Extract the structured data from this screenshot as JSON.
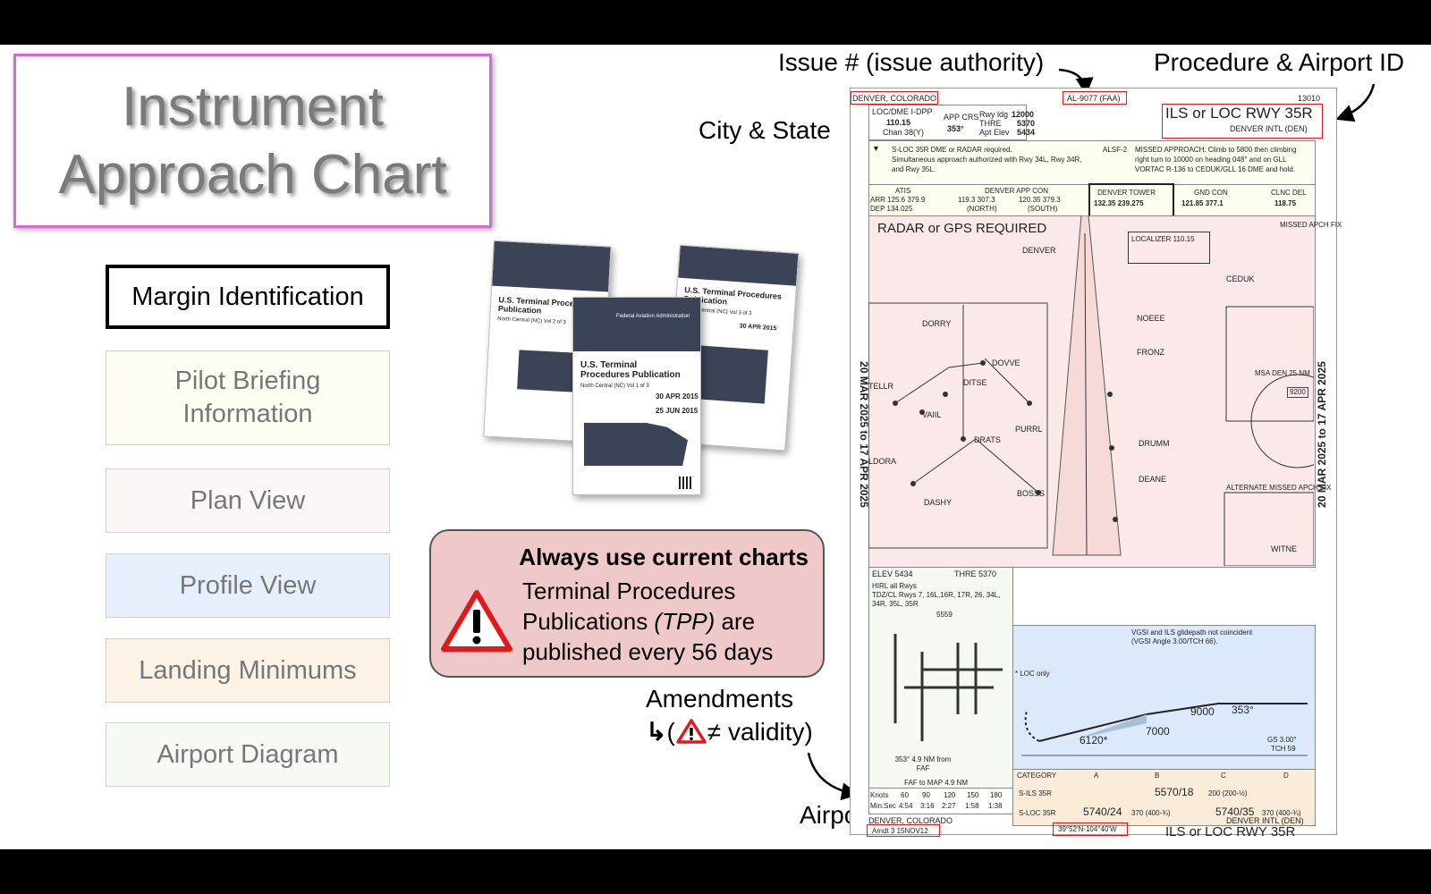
{
  "title": {
    "line1": "Instrument",
    "line2": "Approach Chart"
  },
  "menu": [
    {
      "label": "Margin Identification",
      "active": true
    },
    {
      "label": "Pilot Briefing\nInformation"
    },
    {
      "label": "Plan View"
    },
    {
      "label": "Profile View"
    },
    {
      "label": "Landing Minimums"
    },
    {
      "label": "Airport Diagram"
    }
  ],
  "menu_colors": [
    "#ffffff",
    "#fffdf3",
    "#fdf6f6",
    "#e6f0fd",
    "#fdf2e6",
    "#f5faf3"
  ],
  "warning": {
    "heading": "Always use current charts",
    "line1": "Terminal Procedures",
    "line2a": "Publications ",
    "line2b": "(TPP)",
    "line2c": " are",
    "line3": "published every 56 days"
  },
  "tpp": {
    "title": "U.S. Terminal Procedures Publication",
    "subtitle1": "North Central (NC) Vol 2 of 3",
    "subtitle2": "North Central (NC) Vol 1 of 3",
    "subtitle3": "North Central (NC) Vol 3 of 3",
    "effective": "30 APR 2015",
    "to": "25 JUN 2015",
    "agency": "Federal Aviation Administration"
  },
  "annotations": {
    "issue": "Issue # (issue authority)",
    "procedure": "Procedure & Airport ID",
    "city_state": "City & State",
    "amendments": "Amendments",
    "validity": "≠ validity)",
    "coords": "Airport coordinates"
  },
  "chart": {
    "city_top": "DENVER, COLORADO",
    "issue": "AL-9077 (FAA)",
    "number": "13010",
    "procedure": "ILS or LOC RWY 35R",
    "airport": "DENVER INTL (DEN)",
    "loc": "LOC/DME I-DPP",
    "freq": "110.15",
    "chan": "Chan 38(Y)",
    "app_crs_label": "APP CRS",
    "app_crs": "353°",
    "rwy_ldg": "Rwy ldg",
    "rwy_ldg_v": "12000",
    "thre": "THRE",
    "thre_v": "5370",
    "apt_elev": "Apt Elev",
    "apt_elev_v": "5434",
    "note1": "S-LOC 35R DME or RADAR required.",
    "note2": "Simultaneous approach authorized with Rwy 34L, Rwy 34R,",
    "note3": "and Rwy 35L.",
    "alsf": "ALSF-2",
    "missed1": "MISSED APPROACH: Climb to 5800 then climbing",
    "missed2": "right turn to 10000 on heading 048° and on GLL",
    "missed3": "VORTAC R-136 to CEDUK/GLL 16 DME and hold.",
    "atis": "ATIS",
    "arr": "ARR 125.6 379.9",
    "dep": "DEP 134.025",
    "app_con": "DENVER APP CON",
    "app_n": "119.3 307.3",
    "app_s": "120.35 379.3",
    "north": "(NORTH)",
    "south": "(SOUTH)",
    "tower": "DENVER TOWER",
    "tower_f": "132.35 239.275",
    "gnd": "GND CON",
    "gnd_f": "121.85 377.1",
    "clnc": "CLNC DEL",
    "clnc_f": "118.75",
    "radar_req": "RADAR or GPS REQUIRED",
    "side_date": "20 MAR 2025 to 17 APR 2025",
    "fixes": [
      "DORRY",
      "DOVVE",
      "DITSE",
      "VAIIL",
      "DRATS",
      "TELLR",
      "LDORA",
      "DASHY",
      "PURRL",
      "BOSSS",
      "NOEEE",
      "FRONZ",
      "DRUMM",
      "DEANE",
      "CEDUK",
      "WITNE",
      "DENVER"
    ],
    "localizer": "LOCALIZER 110.15",
    "msa": "MSA DEN 25 NM",
    "msa_alt": "9200",
    "alt_missed": "ALTERNATE MISSED APCH FIX",
    "missed_fix": "MISSED APCH FIX",
    "elev": "ELEV 5434",
    "thre_bot": "THRE 5370",
    "hirl": "HIRL all Rwys",
    "tdz": "TDZ/CL Rwys 7, 16L,16R, 17R, 26, 34L,",
    "tdz2": "34R, 35L, 35R",
    "elev5559": "5559",
    "faf": "353° 4.9 NM from FAF",
    "faf_map": "FAF to MAP 4.9 NM",
    "knots_label": "Knots",
    "knots": [
      "60",
      "90",
      "120",
      "150",
      "180"
    ],
    "minsec_label": "Min:Sec",
    "minsec": [
      "4:54",
      "3:16",
      "2:27",
      "1:58",
      "1:38"
    ],
    "profile_note1": "VGSI and ILS glidepath not coincident",
    "profile_note2": "(VGSI Angle 3.00/TCH 66).",
    "loc_only": "* LOC only",
    "gs": "GS 3.00°",
    "tch": "TCH 59",
    "alts": [
      "9000",
      "7000",
      "6120*",
      "353°"
    ],
    "category": "CATEGORY",
    "cats": [
      "A",
      "B",
      "C",
      "D"
    ],
    "sils": "S-ILS 35R",
    "sils_v": "5570/18",
    "sils_v2": "200 (200-½)",
    "sloc": "S-LOC 35R",
    "sloc_ab": "5740/24",
    "sloc_ab2": "370 (400-¾)",
    "sloc_cd": "5740/35",
    "sloc_cd2": "370 (400-¾)",
    "city_bot": "DENVER, COLORADO",
    "amdt": "Amdt 3 15NOV12",
    "coords": "39°52'N-104°40'W",
    "airport_bot": "DENVER INTL (DEN)",
    "procedure_bot": "ILS or LOC RWY 35R"
  }
}
